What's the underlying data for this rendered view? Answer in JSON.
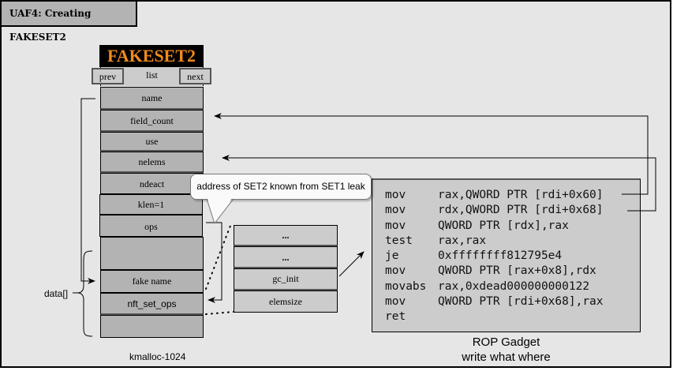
{
  "title": "UAF4: Creating FAKESET2",
  "fakeset": {
    "header": "FAKESET2",
    "list_label": "list",
    "prev_label": "prev",
    "next_label": "next",
    "fields": [
      "name",
      "field_count",
      "use",
      "nelems",
      "ndeact",
      "klen=1",
      "ops",
      "",
      "fake name",
      "nft_set_ops",
      ""
    ],
    "caption": "kmalloc-1024",
    "data_label": "data[]"
  },
  "ops_struct": {
    "fields": [
      "...",
      "...",
      "gc_init",
      "elemsize"
    ]
  },
  "callout": "address of SET2 known from SET1 leak",
  "rop": {
    "lines": [
      {
        "op": "mov",
        "args": "rax,QWORD PTR [rdi+0x60]"
      },
      {
        "op": "mov",
        "args": "rdx,QWORD PTR [rdi+0x68]"
      },
      {
        "op": "mov",
        "args": "QWORD PTR [rdx],rax"
      },
      {
        "op": "test",
        "args": "rax,rax"
      },
      {
        "op": "je",
        "args": "0xffffffff812795e4"
      },
      {
        "op": "mov",
        "args": "QWORD PTR [rax+0x8],rdx"
      },
      {
        "op": "movabs",
        "args": "rax,0xdead000000000122"
      },
      {
        "op": "mov",
        "args": "QWORD PTR [rdi+0x68],rax"
      },
      {
        "op": "ret",
        "args": ""
      }
    ],
    "caption_line1": "ROP Gadget",
    "caption_line2": "write what where"
  },
  "colors": {
    "background": "#e6e6e6",
    "header_text": "#f08a1c",
    "field_fill": "#b3b3b3",
    "box_fill": "#cccccc"
  }
}
